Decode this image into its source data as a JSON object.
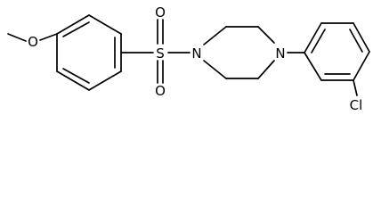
{
  "molecule": {
    "atoms": {
      "oxygen_methoxy": "O",
      "sulfur": "S",
      "oxygen_top": "O",
      "oxygen_bottom": "O",
      "nitrogen_left": "N",
      "nitrogen_right": "N",
      "chlorine": "Cl"
    }
  }
}
